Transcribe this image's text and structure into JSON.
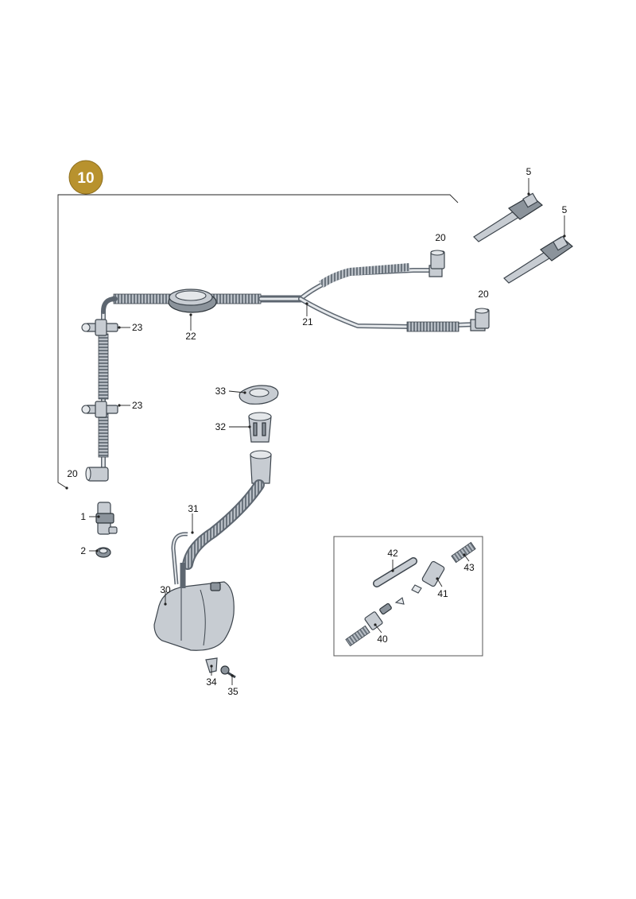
{
  "badge": {
    "number": "10",
    "color": "#b8922e"
  },
  "labels": {
    "l5a": "5",
    "l5b": "5",
    "l20a": "20",
    "l20b": "20",
    "l20c": "20",
    "l21": "21",
    "l22": "22",
    "l23a": "23",
    "l23b": "23",
    "l33": "33",
    "l32": "32",
    "l31": "31",
    "l30": "30",
    "l1": "1",
    "l2": "2",
    "l34": "34",
    "l35": "35",
    "l42": "42",
    "l43": "43",
    "l41": "41",
    "l40": "40"
  }
}
